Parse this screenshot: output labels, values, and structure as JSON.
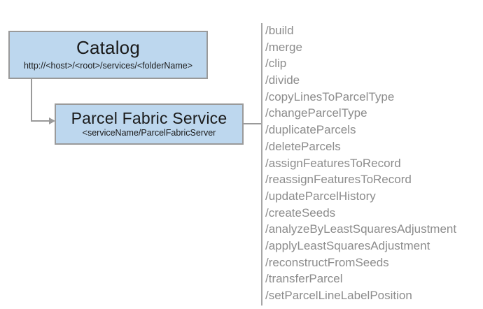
{
  "diagram": {
    "type": "architecture-diagram",
    "nodes": [
      {
        "id": "catalog",
        "title": "Catalog",
        "subtitle": "http://<host>/<root>/services/<folderName>"
      },
      {
        "id": "parcel-fabric-service",
        "title": "Parcel Fabric Service",
        "subtitle": "<serviceName/ParcelFabricServer"
      }
    ],
    "operations": [
      "/build",
      "/merge",
      "/clip",
      "/divide",
      "/copyLinesToParcelType",
      "/changeParcelType",
      "/duplicateParcels",
      "/deleteParcels",
      "/assignFeaturesToRecord",
      "/reassignFeaturesToRecord",
      "/updateParcelHistory",
      "/createSeeds",
      "/analyzeByLeastSquaresAdjustment",
      "/applyLeastSquaresAdjustment",
      "/reconstructFromSeeds",
      "/transferParcel",
      "/setParcelLineLabelPosition"
    ],
    "colors": {
      "node_fill": "#bdd7ee",
      "node_border": "#9a9a9a",
      "connector": "#9a9a9a",
      "rail": "#a6a6a6",
      "operation_text": "#8c8c8c",
      "node_text": "#1a1a1a",
      "background": "#ffffff"
    }
  }
}
